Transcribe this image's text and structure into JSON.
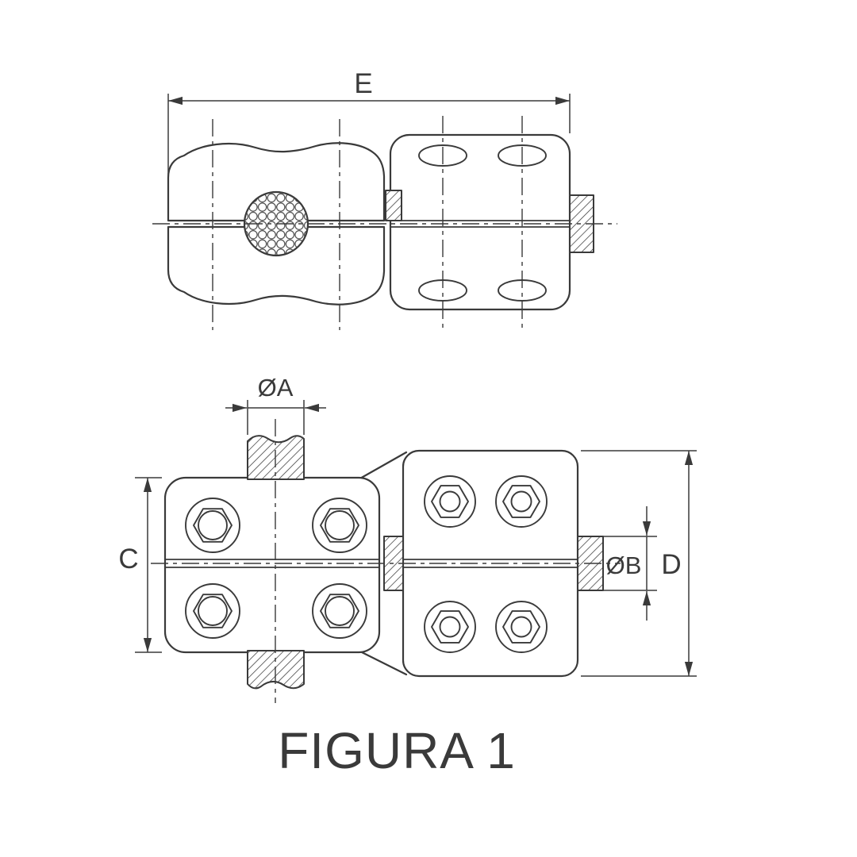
{
  "drawing": {
    "caption": "FIGURA 1",
    "labels": {
      "overall_length": "E",
      "conductor_diameter": "ØA",
      "left_body_height": "C",
      "stud_diameter": "ØB",
      "right_body_height": "D"
    },
    "colors": {
      "line": "#3a3a3a",
      "background": "#ffffff"
    }
  }
}
